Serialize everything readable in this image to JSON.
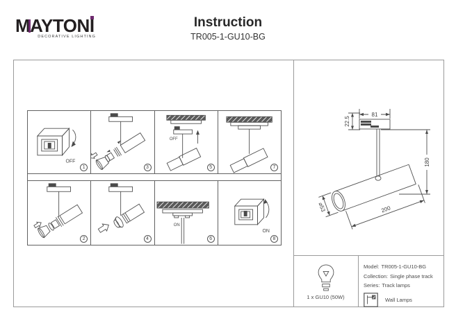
{
  "logo": {
    "brand_main": "MAYTON",
    "brand_i": "I",
    "tagline": "DECORATIVE LIGHTING",
    "accent_color": "#6e2a6e"
  },
  "header": {
    "title": "Instruction",
    "model": "TR005-1-GU10-BG"
  },
  "steps": [
    {
      "number": "1",
      "icon": "wall-switch-off",
      "label": "OFF"
    },
    {
      "number": "3",
      "icon": "spot-head-assembly",
      "label": ""
    },
    {
      "number": "5",
      "icon": "attach-to-track",
      "label": "OFF"
    },
    {
      "number": "7",
      "icon": "mounted-on-track",
      "label": ""
    },
    {
      "number": "2",
      "icon": "exploded-cone-parts",
      "label": ""
    },
    {
      "number": "4",
      "icon": "insert-gu10-bulb",
      "label": ""
    },
    {
      "number": "6",
      "icon": "locked-on-track",
      "label": "ON"
    },
    {
      "number": "8",
      "icon": "wall-switch-on",
      "label": "ON"
    }
  ],
  "dimensions": {
    "adapter_width": "81",
    "adapter_height": "22.5",
    "drop": "180",
    "body_length": "200",
    "body_diameter": "⌀53"
  },
  "spec": {
    "lamp": "1 x GU10 (50W)",
    "rows": [
      {
        "label": "Model:",
        "value": "TR005-1-GU10-BG"
      },
      {
        "label": "Collection:",
        "value": "Single phase track"
      },
      {
        "label": "Series:",
        "value": "Track lamps"
      }
    ],
    "mount_type": "Wall Lamps"
  },
  "colors": {
    "accent": "#6e2a6e",
    "line": "#4a4a4a",
    "frame_border": "#9a9a9a"
  }
}
